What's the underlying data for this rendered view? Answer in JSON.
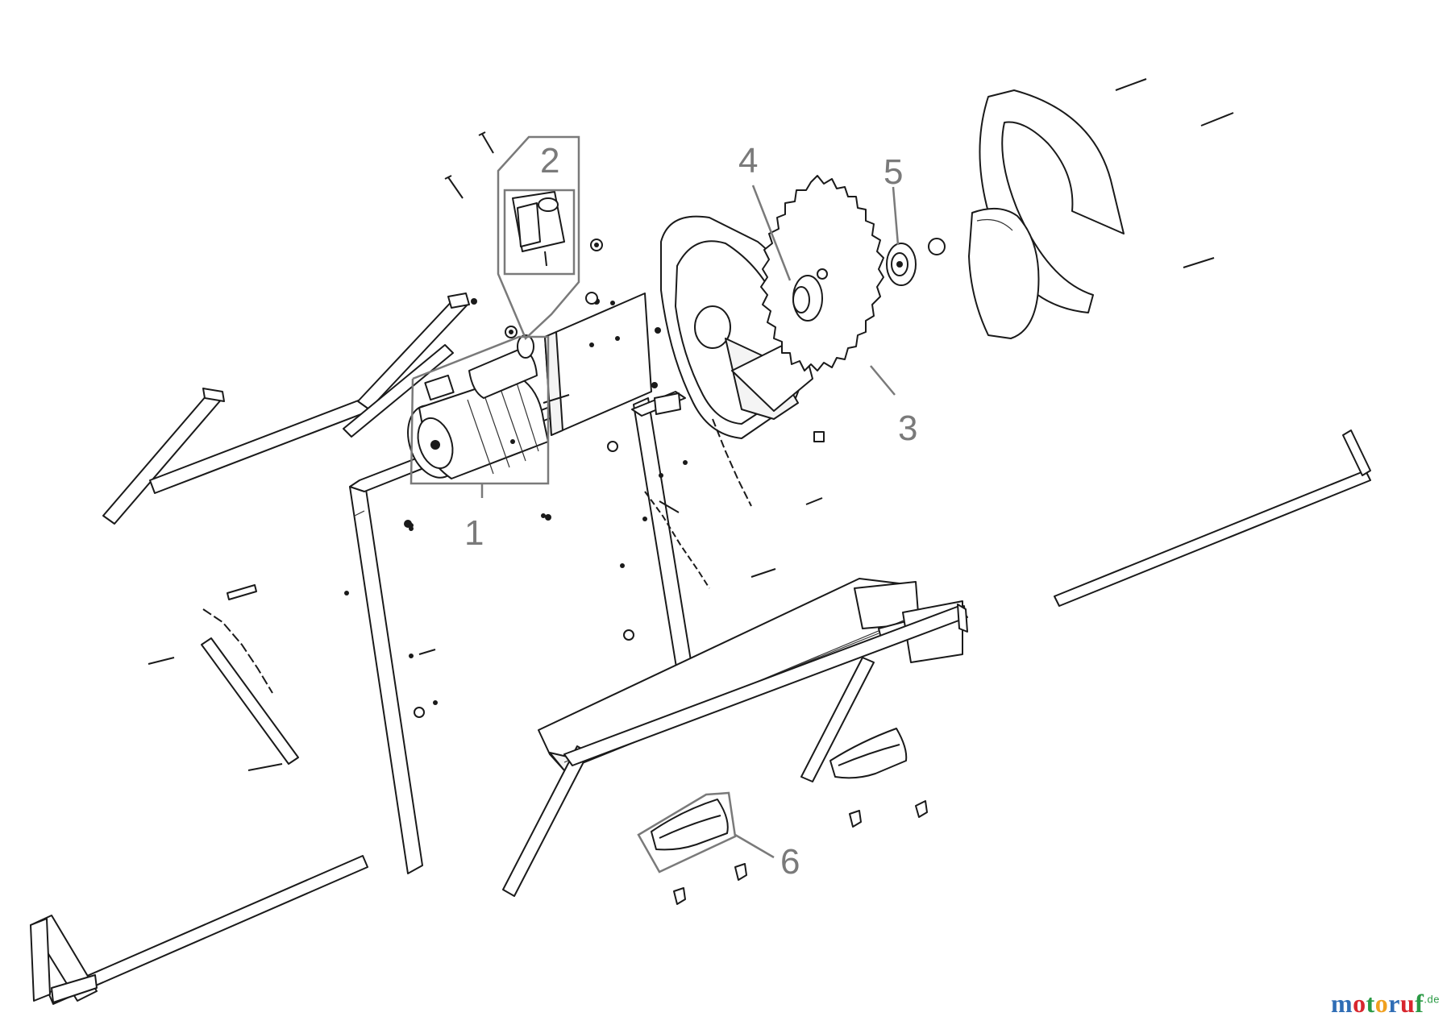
{
  "callouts": [
    {
      "label": "1",
      "part": "motor"
    },
    {
      "label": "2",
      "part": "switch"
    },
    {
      "label": "3",
      "part": "saw-blade"
    },
    {
      "label": "4",
      "part": "inner-flange"
    },
    {
      "label": "5",
      "part": "outer-flange"
    },
    {
      "label": "6",
      "part": "handle"
    }
  ],
  "brand": {
    "letters": [
      "m",
      "o",
      "t",
      "o",
      "r",
      "u",
      "f"
    ],
    "letter_colors": [
      "#2f6db5",
      "#d8262e",
      "#2a9a45",
      "#f0a020",
      "#2f6db5",
      "#d8262e",
      "#2a9a45"
    ],
    "tld": ".de",
    "tld_color": "#2a9a45"
  },
  "colors": {
    "line_art": "#1a1a1a",
    "callout": "#7a7a7a",
    "background": "#ffffff"
  }
}
